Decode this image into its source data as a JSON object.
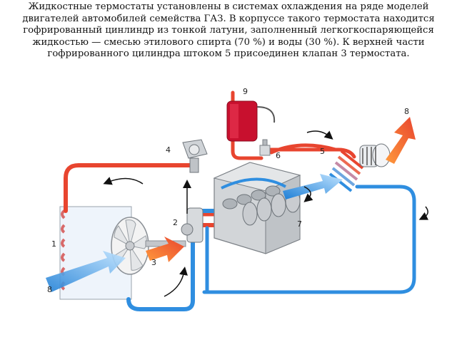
{
  "caption": "Жидкостные термостаты установлены в системах охлаждения на ряде моделей двигателей автомобилей семейства ГАЗ. В корпуссе  такого термостата находится гофрированный цинлиндр из тонкой латуни, заполненный легкогкоспаряющейся жидкостью — смесью этилового спирта (70 %) и воды (30 %). К верхней части гофрированного цилиндра штоком 5 присоединен клапан 3 термостата.",
  "labels": {
    "n1": "1",
    "n2": "2",
    "n3": "3",
    "n4": "4",
    "n5": "5",
    "n6": "6",
    "n7": "7",
    "n8_top": "8",
    "n8_bottom": "8",
    "n9": "9"
  },
  "colors": {
    "hot": "#e8452f",
    "cold": "#2f8ee0",
    "engine": "#b5b9bd",
    "heater": "#c8102e"
  }
}
